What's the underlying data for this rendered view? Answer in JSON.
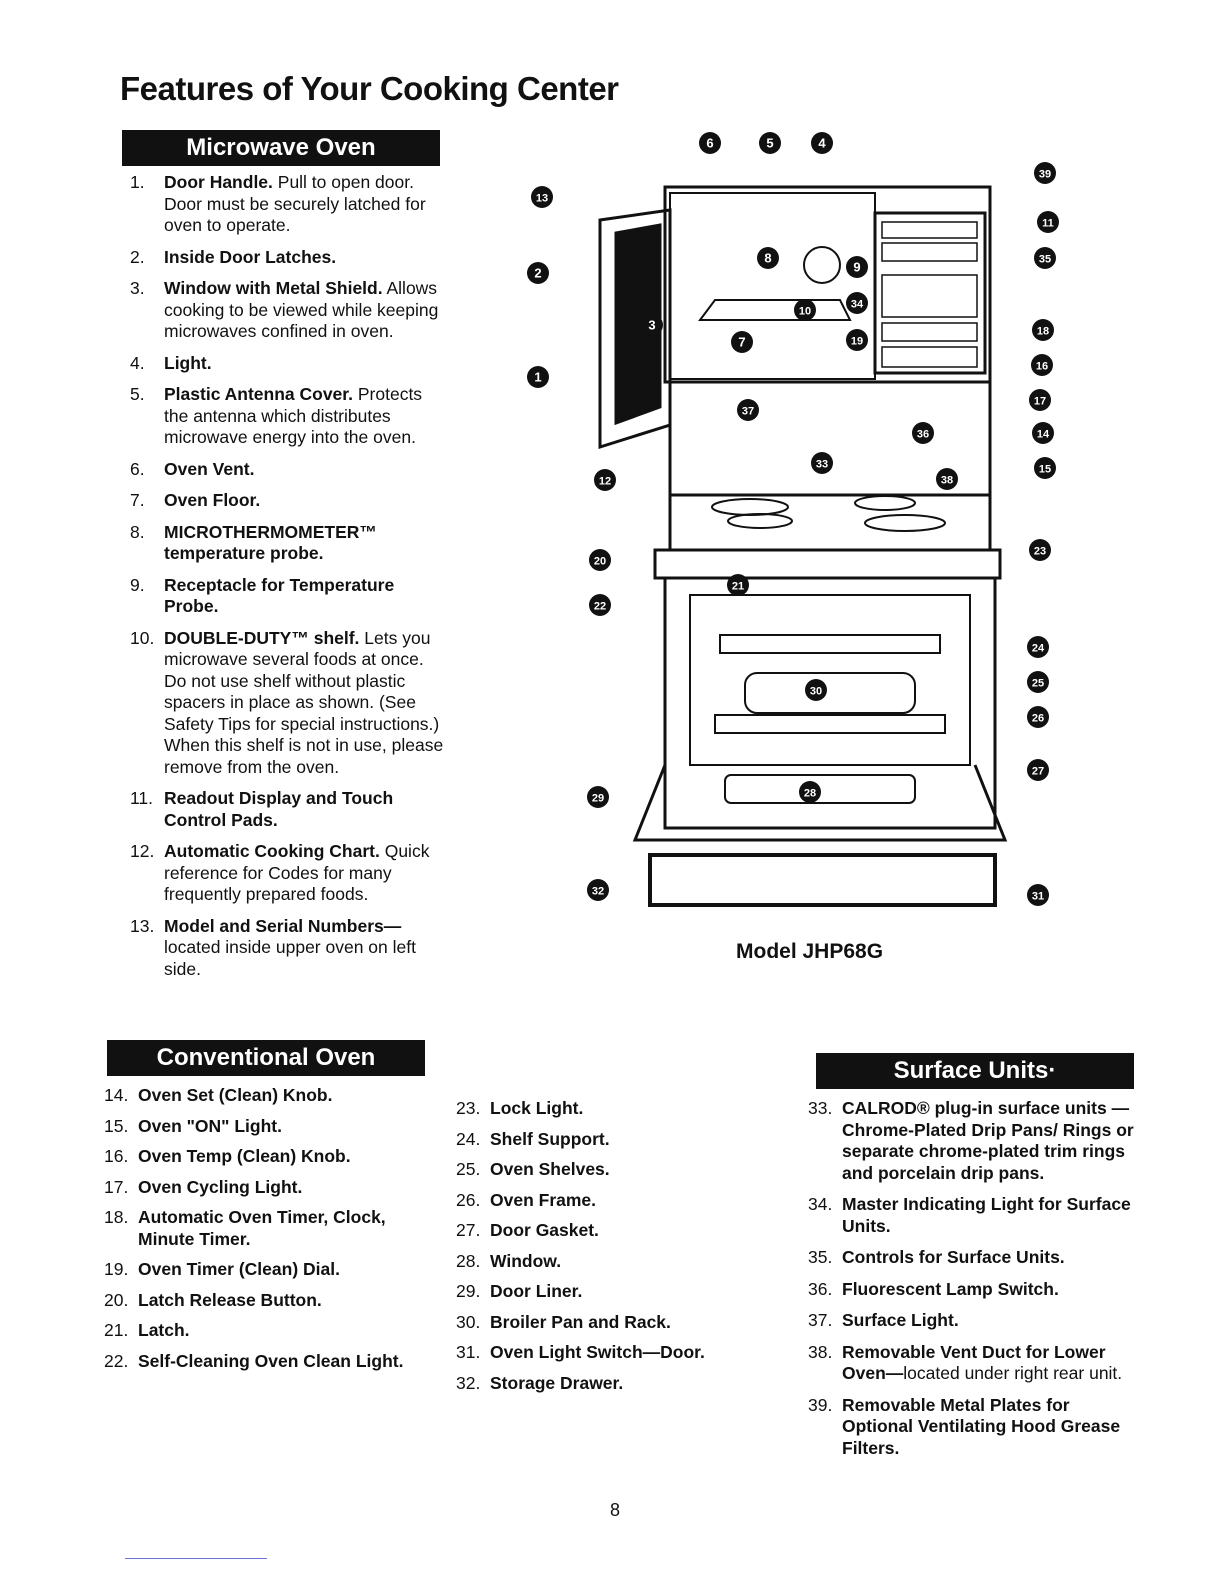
{
  "title": "Features of Your Cooking Center",
  "sections": {
    "microwave": "Microwave Oven",
    "conventional": "Conventional Oven",
    "surface": "Surface Units·"
  },
  "microwave_items": [
    {
      "num": "1.",
      "head": "Door Handle.",
      "desc": " Pull to open door. Door must be securely latched for oven to operate."
    },
    {
      "num": "2.",
      "head": "Inside Door Latches.",
      "desc": ""
    },
    {
      "num": "3.",
      "head": "Window with Metal Shield.",
      "desc": " Allows cooking to be viewed while keeping microwaves confined in oven."
    },
    {
      "num": "4.",
      "head": "Light.",
      "desc": ""
    },
    {
      "num": "5.",
      "head": "Plastic Antenna Cover.",
      "desc": " Protects the antenna which distributes microwave energy into the oven."
    },
    {
      "num": "6.",
      "head": "Oven Vent.",
      "desc": ""
    },
    {
      "num": "7.",
      "head": "Oven Floor.",
      "desc": ""
    },
    {
      "num": "8.",
      "head": "MICROTHERMOMETER™ temperature probe.",
      "desc": ""
    },
    {
      "num": "9.",
      "head": "Receptacle for Temperature Probe.",
      "desc": ""
    },
    {
      "num": "10.",
      "head": "DOUBLE-DUTY™ shelf.",
      "desc": " Lets you microwave several foods at once. Do not use shelf without plastic spacers in place as shown. (See Safety Tips for special instructions.) When this shelf is not in use, please remove from the oven."
    },
    {
      "num": "11.",
      "head": "Readout Display and Touch Control Pads.",
      "desc": ""
    },
    {
      "num": "12.",
      "head": "Automatic Cooking Chart.",
      "desc": " Quick reference for Codes for many frequently prepared foods."
    },
    {
      "num": "13.",
      "head": "Model and Serial Numbers—",
      "desc": "located inside upper oven on left side."
    }
  ],
  "conventional_items_a": [
    {
      "num": "14.",
      "head": "Oven Set (Clean) Knob."
    },
    {
      "num": "15.",
      "head": "Oven \"ON\" Light."
    },
    {
      "num": "16.",
      "head": "Oven Temp (Clean) Knob."
    },
    {
      "num": "17.",
      "head": "Oven Cycling Light."
    },
    {
      "num": "18.",
      "head": "Automatic Oven Timer, Clock, Minute Timer."
    },
    {
      "num": "19.",
      "head": "Oven Timer (Clean) Dial."
    },
    {
      "num": "20.",
      "head": "Latch Release Button."
    },
    {
      "num": "21.",
      "head": "Latch."
    },
    {
      "num": "22.",
      "head": "Self-Cleaning Oven Clean Light."
    }
  ],
  "conventional_items_b": [
    {
      "num": "23.",
      "head": "Lock Light."
    },
    {
      "num": "24.",
      "head": "Shelf Support."
    },
    {
      "num": "25.",
      "head": "Oven Shelves."
    },
    {
      "num": "26.",
      "head": "Oven Frame."
    },
    {
      "num": "27.",
      "head": "Door Gasket."
    },
    {
      "num": "28.",
      "head": "Window."
    },
    {
      "num": "29.",
      "head": "Door Liner."
    },
    {
      "num": "30.",
      "head": "Broiler Pan and Rack."
    },
    {
      "num": "31.",
      "head": "Oven Light Switch—Door."
    },
    {
      "num": "32.",
      "head": "Storage Drawer."
    }
  ],
  "surface_items": [
    {
      "num": "33.",
      "head": "CALROD® plug-in surface units —Chrome-Plated Drip Pans/ Rings or separate chrome-plated trim rings and porcelain drip pans.",
      "desc": ""
    },
    {
      "num": "34.",
      "head": "Master Indicating Light for Surface Units.",
      "desc": ""
    },
    {
      "num": "35.",
      "head": "Controls for Surface Units.",
      "desc": ""
    },
    {
      "num": "36.",
      "head": "Fluorescent Lamp Switch.",
      "desc": ""
    },
    {
      "num": "37.",
      "head": "Surface Light.",
      "desc": ""
    },
    {
      "num": "38.",
      "head": "Removable Vent Duct for Lower Oven—",
      "desc": "located under right rear unit."
    },
    {
      "num": "39.",
      "head": "Removable Metal Plates for Optional Ventilating Hood Grease Filters.",
      "desc": ""
    }
  ],
  "diagram": {
    "callouts": [
      "6",
      "5",
      "4",
      "39",
      "11",
      "35",
      "18",
      "16",
      "17",
      "14",
      "15",
      "13",
      "2",
      "8",
      "9",
      "34",
      "10",
      "19",
      "7",
      "1",
      "3",
      "37",
      "36",
      "33",
      "38",
      "12",
      "20",
      "21",
      "23",
      "22",
      "24",
      "25",
      "30",
      "26",
      "27",
      "29",
      "28",
      "32",
      "31"
    ],
    "model_caption": "Model JHP68G"
  },
  "page_number": "8"
}
